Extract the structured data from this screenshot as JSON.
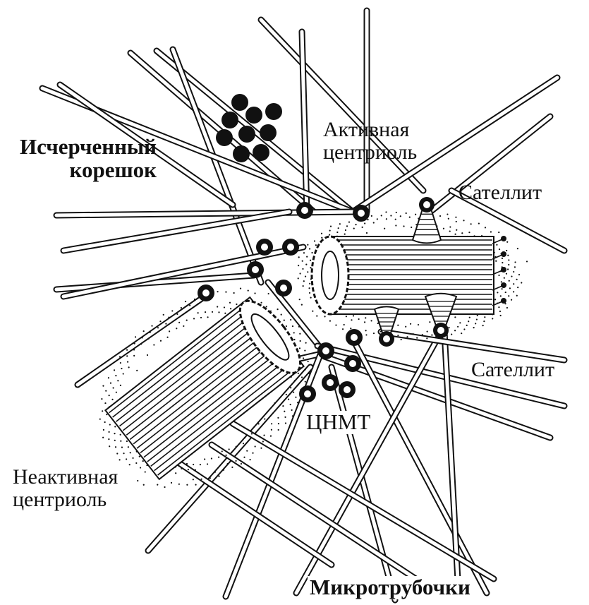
{
  "labels": {
    "striated_root": [
      "Исчерченный",
      "корешок"
    ],
    "active_centriole": [
      "Активная",
      "центриоль"
    ],
    "satellite_top": "Сателлит",
    "satellite_right": "Сателлит",
    "mtoc": "ЦНМТ",
    "inactive_centriole": [
      "Неактивная",
      "центриоль"
    ],
    "microtubules": "Микротрубочки"
  },
  "colors": {
    "ink": "#111111",
    "paper": "#ffffff"
  }
}
